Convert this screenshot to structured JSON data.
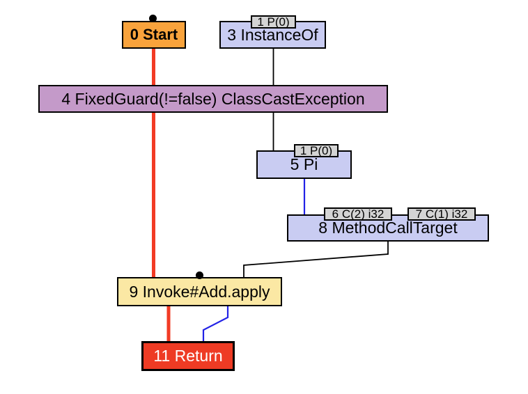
{
  "colors": {
    "background": "#ffffff",
    "node_start_fill": "#f9a33c",
    "node_floating_fill": "#c9ccf2",
    "node_guard_fill": "#c49ac9",
    "node_invoke_fill": "#fbe8a4",
    "node_return_fill": "#ee3b24",
    "slot_fill": "#d4d4d4",
    "node_border": "#000000",
    "edge_red": "#f23b25",
    "edge_black": "#000000",
    "edge_blue": "#2222e6"
  },
  "graph": {
    "nodes": [
      {
        "id": "0",
        "label": "0 Start",
        "kind": "start",
        "slots": []
      },
      {
        "id": "3",
        "label": "3 InstanceOf",
        "kind": "floating",
        "slots": [
          "1 P(0)"
        ]
      },
      {
        "id": "4",
        "label": "4 FixedGuard(!=false) ClassCastException",
        "kind": "guard",
        "slots": []
      },
      {
        "id": "5",
        "label": "5 Pi",
        "kind": "floating",
        "slots": [
          "1 P(0)"
        ]
      },
      {
        "id": "8",
        "label": "8 MethodCallTarget",
        "kind": "floating",
        "slots": [
          "6 C(2) i32",
          "7 C(1) i32"
        ]
      },
      {
        "id": "9",
        "label": "9 Invoke#Add.apply",
        "kind": "invoke",
        "slots": []
      },
      {
        "id": "11",
        "label": "11 Return",
        "kind": "return",
        "slots": []
      }
    ],
    "edges": [
      {
        "from": "0",
        "to": "4",
        "color": "#f23b25"
      },
      {
        "from": "4",
        "to": "9",
        "color": "#f23b25"
      },
      {
        "from": "9",
        "to": "11",
        "color": "#f23b25"
      },
      {
        "from": "3",
        "to": "5",
        "color": "#000000"
      },
      {
        "from": "8",
        "to": "9",
        "color": "#000000"
      },
      {
        "from": "5",
        "to": "8",
        "color": "#2222e6"
      },
      {
        "from": "9",
        "to": "11",
        "color": "#2222e6"
      }
    ]
  }
}
